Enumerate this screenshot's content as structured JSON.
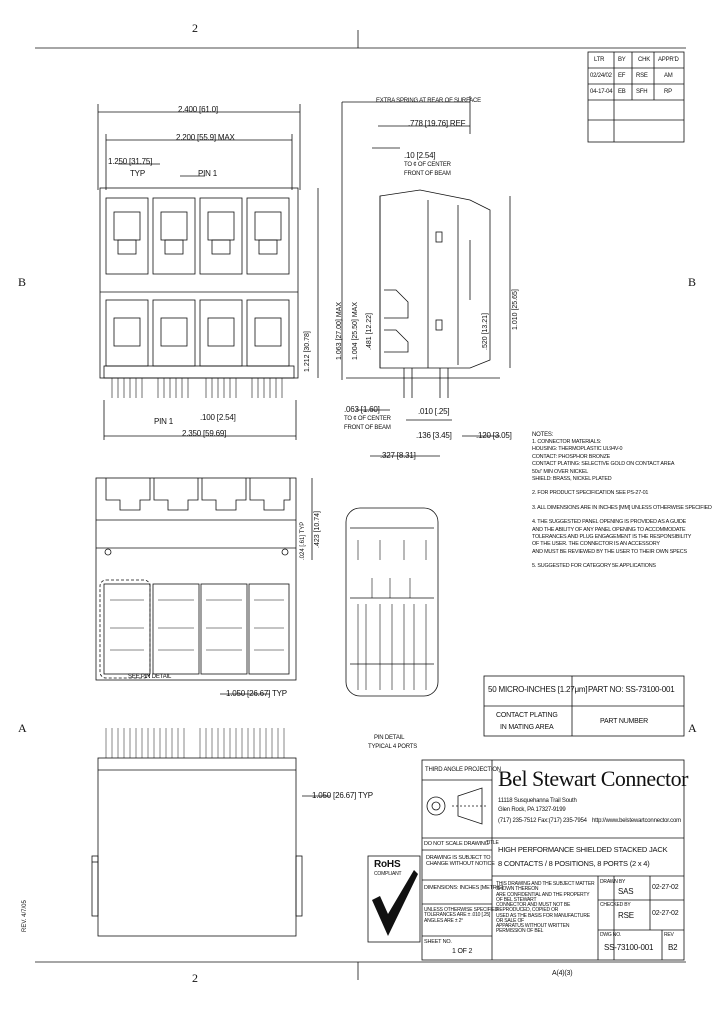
{
  "zones": {
    "top": "2",
    "bottom": "2",
    "left_b": "B",
    "right_b": "B",
    "left_a": "A",
    "right_a": "A"
  },
  "revision_table": {
    "headers": [
      "LTR",
      "BY",
      "CHK",
      "APPR'D"
    ],
    "rows": [
      [
        "02/24/02",
        "EF",
        "RSE",
        "AM"
      ],
      [
        "04-17-04",
        "EB",
        "SFH",
        "RP"
      ]
    ]
  },
  "front_view": {
    "dim_overall": "2.400 [61.0]",
    "dim_max": "2.200 [55.9] MAX",
    "dim_pitch": "1.250 [31.75]",
    "dim_pin1": "PIN 1",
    "dim_typ": "TYP",
    "dim_height": "1.212 [30.78]",
    "dim_pin_row": "PIN 1",
    "dim_row_spacing": ".100 [2.54]",
    "dim_bottom_width": "2.350 [59.69]"
  },
  "side_view": {
    "top_callout": "EXTRA SPRING AT REAR OF SURFACE",
    "dim_depth": ".778 [19.76] REF",
    "dim_offset": ".10 [2.54]",
    "dim_centerline": "TO ¢ OF CENTER",
    "dim_front_of_beam": "FRONT OF BEAM",
    "dim_max_height": "1.063 [27.00] MAX",
    "dim_ref_height": "1.004 [25.50] MAX",
    "dim_right_a": "1.010 [25.65]",
    "dim_right_b": ".520 [13.21]",
    "dim_mid": ".481 [12.22]",
    "dim_pcb": ".063 [1.60]",
    "dim_pcb_note": "TO ¢ OF CENTER",
    "dim_pcb_note2": "FRONT OF BEAM",
    "dim_tail": ".010 [.25]",
    "dim_foot": ".136 [3.45]",
    "dim_foot2": ".120 [3.05]",
    "dim_total": ".327 [8.31]"
  },
  "notes": [
    "NOTES:",
    "1. CONNECTOR MATERIALS:",
    "   HOUSING: THERMOPLASTIC UL94V-0",
    "   CONTACT: PHOSPHOR BRONZE",
    "   CONTACT PLATING: SELECTIVE GOLD ON CONTACT AREA",
    "                  50u\" MIN OVER NICKEL",
    "   SHIELD: BRASS, NICKEL PLATED",
    "",
    "2. FOR PRODUCT SPECIFICATION SEE PS-27-01",
    "",
    "3. ALL DIMENSIONS ARE IN INCHES [MM] UNLESS OTHERWISE SPECIFIED",
    "",
    "4. THE SUGGESTED PANEL OPENING IS PROVIDED AS A GUIDE",
    "   AND THE ABILITY OF ANY PANEL OPENING TO ACCOMMODATE",
    "   TOLERANCES AND PLUG ENGAGEMENT IS THE RESPONSIBILITY",
    "   OF THE USER. THE CONNECTOR IS AN ACCESSORY",
    "   AND MUST BE REVIEWED BY THE USER TO THEIR OWN SPECS",
    "",
    "5. SUGGESTED FOR CATEGORY 5E APPLICATIONS"
  ],
  "plan_view": {
    "dim_right": ".423 [10.74]",
    "dim_side": ".024 [.61] TYP",
    "callout": "SEE PIN DETAIL",
    "dim_bottom": "1.050 [26.67] TYP"
  },
  "pin_detail": {
    "label": "PIN DETAIL",
    "sublabel": "TYPICAL 4 PORTS"
  },
  "plating": {
    "microinches": "50 MICRO-INCHES [1.27μm]",
    "part_no": "PART NO: SS-73100-001",
    "contact_plating": "CONTACT PLATING",
    "mating_area": "IN MATING AREA",
    "part_number": "PART NUMBER"
  },
  "title_block": {
    "projection": "THIRD ANGLE PROJECTION",
    "company": "Bel Stewart Connector",
    "address1": "11118 Susquehanna Trail South",
    "address2": "Glen Rock, PA 17327-9199",
    "phone": "(717) 235-7512  Fax:(717) 235-7954",
    "website": "http://www.belstewartconnector.com",
    "do_not_scale": "DO NOT SCALE DRAWING",
    "change_note": "DRAWING IS SUBJECT TO\nCHANGE WITHOUT NOTICE",
    "dims_in": "DIMENSIONS: INCHES [METRIC]",
    "tolerances": "UNLESS OTHERWISE SPECIFIED\nTOLERANCES ARE ± .010 [.25]\nANGLES ARE ± 2°",
    "sheet_label": "SHEET NO.",
    "sheet_value": "1 OF 2",
    "title_label": "TITLE",
    "title_line1": "HIGH PERFORMANCE SHIELDED STACKED JACK",
    "title_line2": "8 CONTACTS / 8 POSITIONS, 8 PORTS (2 x 4)",
    "proprietary": "THIS DRAWING AND THE SUBJECT MATTER SHOWN THEREON\nARE CONFIDENTIAL AND THE PROPERTY OF BEL STEWART\nCONNECTOR AND MUST NOT BE REPRODUCED, COPIED OR\nUSED AS THE BASIS FOR MANUFACTURE OR SALE OF\nAPPARATUS WITHOUT WRITTEN PERMISSION OF BEL",
    "rohs_line1": "RoHS",
    "rohs_line2": "COMPLIANT",
    "drawn_label": "DRAWN BY",
    "drawn_value": "SAS",
    "drawn_date": "02-27-02",
    "checked_label": "CHECKED BY",
    "checked_value": "RSE",
    "checked_date": "02-27-02",
    "dwg_label": "DWG NO.",
    "dwg_value": "SS-73100-001",
    "rev_label": "REV",
    "rev_value": "B2"
  },
  "footer_code": "A(4)(3)",
  "side_margin_text": "REV. 4/7/05"
}
